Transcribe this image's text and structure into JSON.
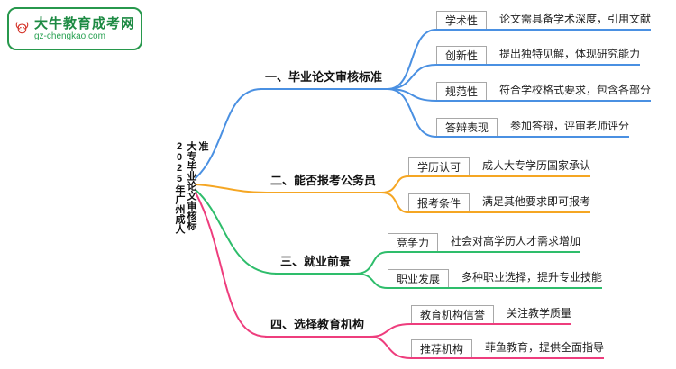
{
  "logo": {
    "title": "大牛教育成考网",
    "domain": "gz-chengkao.com",
    "border_color": "#27984c",
    "bull_color": "#d5362c"
  },
  "root": "2025年广州成人大专毕业论文审核标准",
  "branches": [
    {
      "label": "一、毕业论文审核标准",
      "color": "#4a90e2",
      "children": [
        {
          "label": "学术性",
          "desc": "论文需具备学术深度，引用文献"
        },
        {
          "label": "创新性",
          "desc": "提出独特见解，体现研究能力"
        },
        {
          "label": "规范性",
          "desc": "符合学校格式要求，包含各部分"
        },
        {
          "label": "答辩表现",
          "desc": "参加答辩，评审老师评分"
        }
      ]
    },
    {
      "label": "二、能否报考公务员",
      "color": "#f5a623",
      "children": [
        {
          "label": "学历认可",
          "desc": "成人大专学历国家承认"
        },
        {
          "label": "报考条件",
          "desc": "满足其他要求即可报考"
        }
      ]
    },
    {
      "label": "三、就业前景",
      "color": "#2ebd6b",
      "children": [
        {
          "label": "竞争力",
          "desc": "社会对高学历人才需求增加"
        },
        {
          "label": "职业发展",
          "desc": "多种职业选择，提升专业技能"
        }
      ]
    },
    {
      "label": "四、选择教育机构",
      "color": "#ee3d7d",
      "children": [
        {
          "label": "教育机构信誉",
          "desc": "关注教学质量"
        },
        {
          "label": "推荐机构",
          "desc": "菲鱼教育，提供全面指导"
        }
      ]
    }
  ]
}
